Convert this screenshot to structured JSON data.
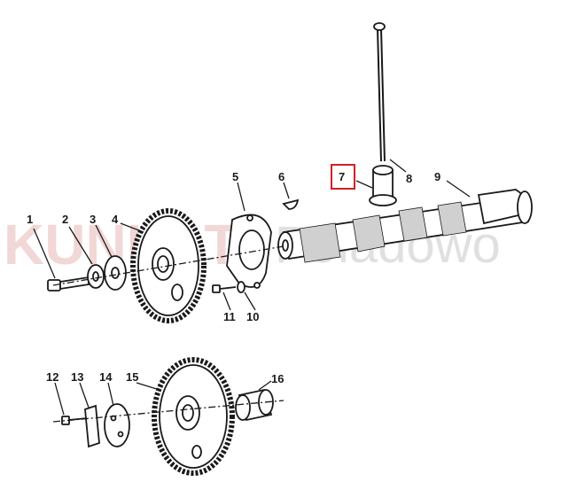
{
  "watermark": {
    "left": "KUNKAT",
    "right": "Poladowo"
  },
  "parts": [
    "1",
    "2",
    "3",
    "4",
    "5",
    "6",
    "7",
    "8",
    "9",
    "10",
    "11",
    "12",
    "13",
    "14",
    "15",
    "16"
  ],
  "highlighted_part": "7",
  "colors": {
    "highlight": "#d41f26",
    "ink": "#1a1a1a"
  }
}
